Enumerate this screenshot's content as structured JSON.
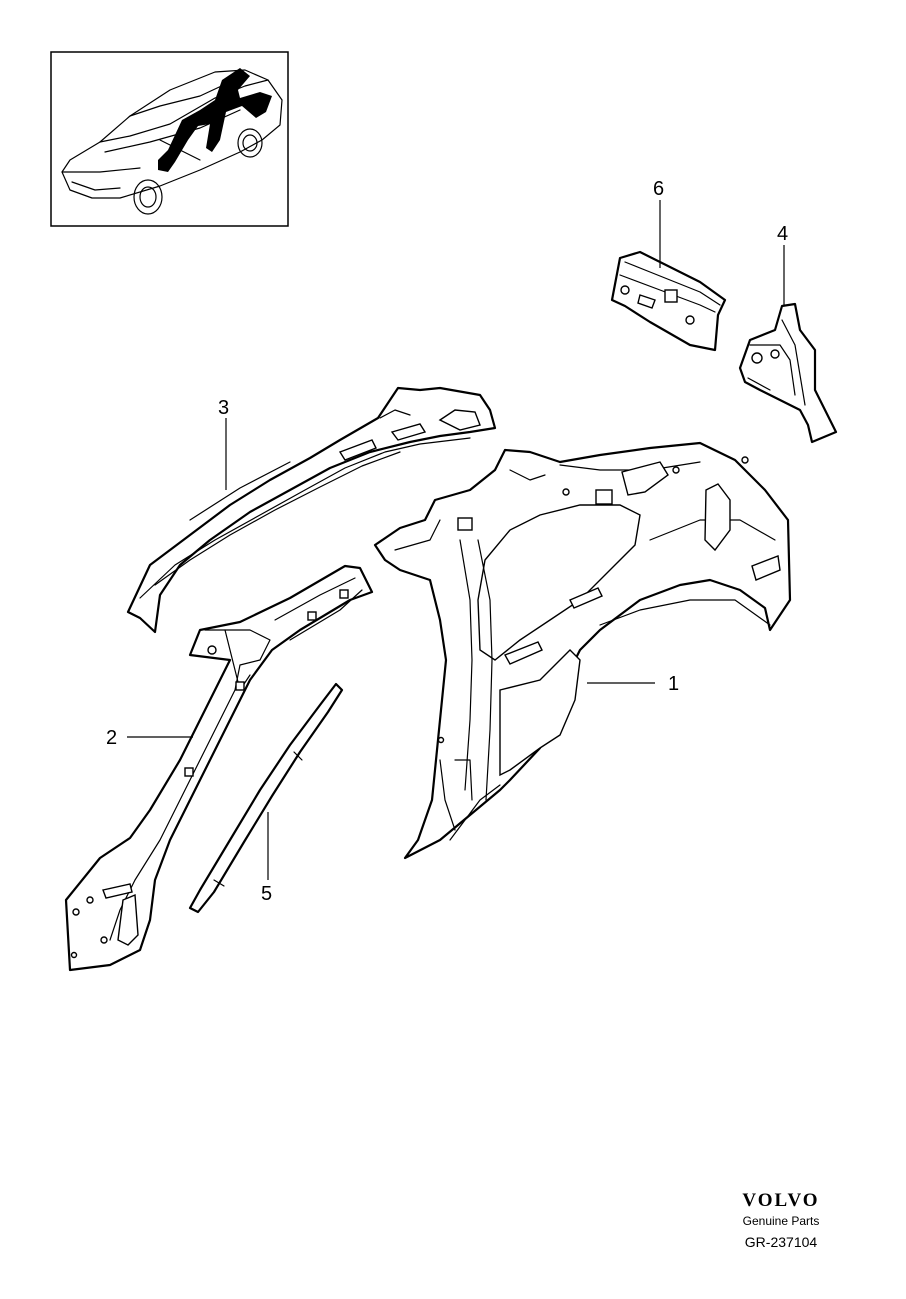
{
  "callouts": [
    {
      "id": "1",
      "label": "1"
    },
    {
      "id": "2",
      "label": "2"
    },
    {
      "id": "3",
      "label": "3"
    },
    {
      "id": "4",
      "label": "4"
    },
    {
      "id": "5",
      "label": "5"
    },
    {
      "id": "6",
      "label": "6"
    }
  ],
  "brand": {
    "logo_text": "VOLVO",
    "subtitle": "Genuine Parts",
    "diagram_code": "GR-237104"
  }
}
